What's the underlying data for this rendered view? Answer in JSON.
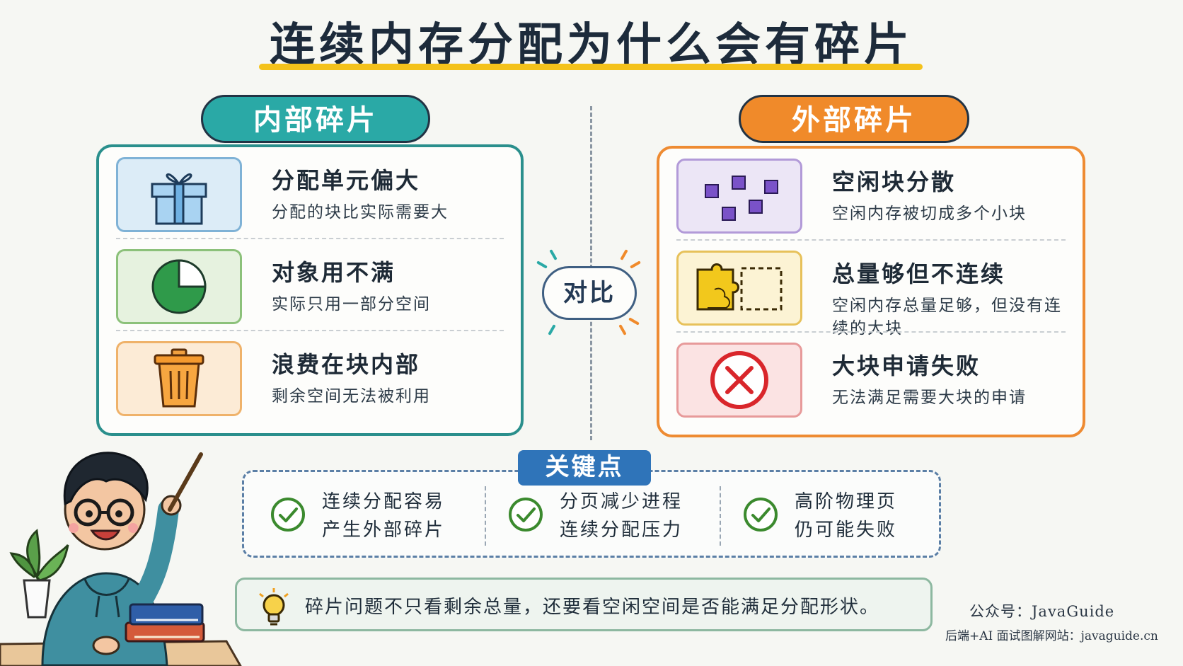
{
  "title": "连续内存分配为什么会有碎片",
  "internal": {
    "badge": "内部碎片",
    "rows": [
      {
        "title": "分配单元偏大",
        "desc": "分配的块比实际需要大",
        "icon": "gift-box-icon"
      },
      {
        "title": "对象用不满",
        "desc": "实际只用一部分空间",
        "icon": "pie-chart-icon"
      },
      {
        "title": "浪费在块内部",
        "desc": "剩余空间无法被利用",
        "icon": "trash-bin-icon"
      }
    ]
  },
  "external": {
    "badge": "外部碎片",
    "rows": [
      {
        "title": "空闲块分散",
        "desc": "空闲内存被切成多个小块",
        "icon": "scattered-blocks-icon"
      },
      {
        "title": "总量够但不连续",
        "desc": "空闲内存总量足够，但没有连续的大块",
        "icon": "puzzle-piece-icon"
      },
      {
        "title": "大块申请失败",
        "desc": "无法满足需要大块的申请",
        "icon": "error-x-icon"
      }
    ]
  },
  "compare_label": "对比",
  "keypoints": {
    "badge": "关键点",
    "items": [
      {
        "line1": "连续分配容易",
        "line2": "产生外部碎片"
      },
      {
        "line1": "分页减少进程",
        "line2": "连续分配压力"
      },
      {
        "line1": "高阶物理页",
        "line2": "仍可能失败"
      }
    ]
  },
  "tip": "碎片问题不只看剩余总量，还要看空闲空间是否能满足分配形状。",
  "footer": {
    "line1": "公众号：JavaGuide",
    "line2": "后端+AI 面试图解网站：javaguide.cn"
  },
  "colors": {
    "internal_accent": "#2aa9a6",
    "external_accent": "#f08a2a",
    "title_underline": "#f4c21b",
    "keypoint_accent": "#2f74b9",
    "check_green": "#3b8a2e",
    "error_red": "#d9262b"
  }
}
